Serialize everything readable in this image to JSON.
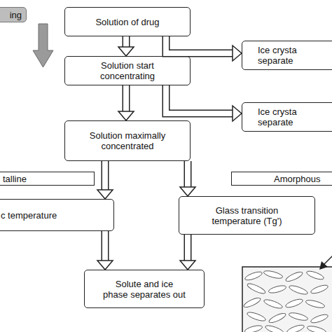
{
  "diagram": {
    "nodes": [
      {
        "text": [
          "ing"
        ]
      },
      {
        "text": [
          "Solution of drug"
        ]
      },
      {
        "text": [
          "Ice crysta separate"
        ]
      },
      {
        "text": [
          "Solution start concentrating"
        ]
      },
      {
        "text": [
          "Ice crysta separate"
        ]
      },
      {
        "text": [
          "Solution maximally concentrated"
        ]
      },
      {
        "text": [
          "talline"
        ]
      },
      {
        "text": [
          "Amorphous"
        ]
      },
      {
        "text": [
          "c temperature"
        ]
      },
      {
        "text": [
          "Glass transition temperature (Tg')"
        ]
      },
      {
        "text": [
          "Solute and ice phase separates out"
        ]
      }
    ],
    "edges": [
      {
        "from": 1,
        "to": 3,
        "arrow": "to"
      },
      {
        "from": 1,
        "to": 2,
        "arrow": "to"
      },
      {
        "from": 3,
        "to": 5,
        "arrow": "to"
      },
      {
        "from": 3,
        "to": 4,
        "arrow": "to"
      },
      {
        "from": 5,
        "to": 8,
        "arrow": "to"
      },
      {
        "from": 5,
        "to": 9,
        "arrow": "to"
      },
      {
        "from": 8,
        "to": 10,
        "arrow": "to"
      },
      {
        "from": 9,
        "to": 10,
        "arrow": "to"
      }
    ]
  }
}
